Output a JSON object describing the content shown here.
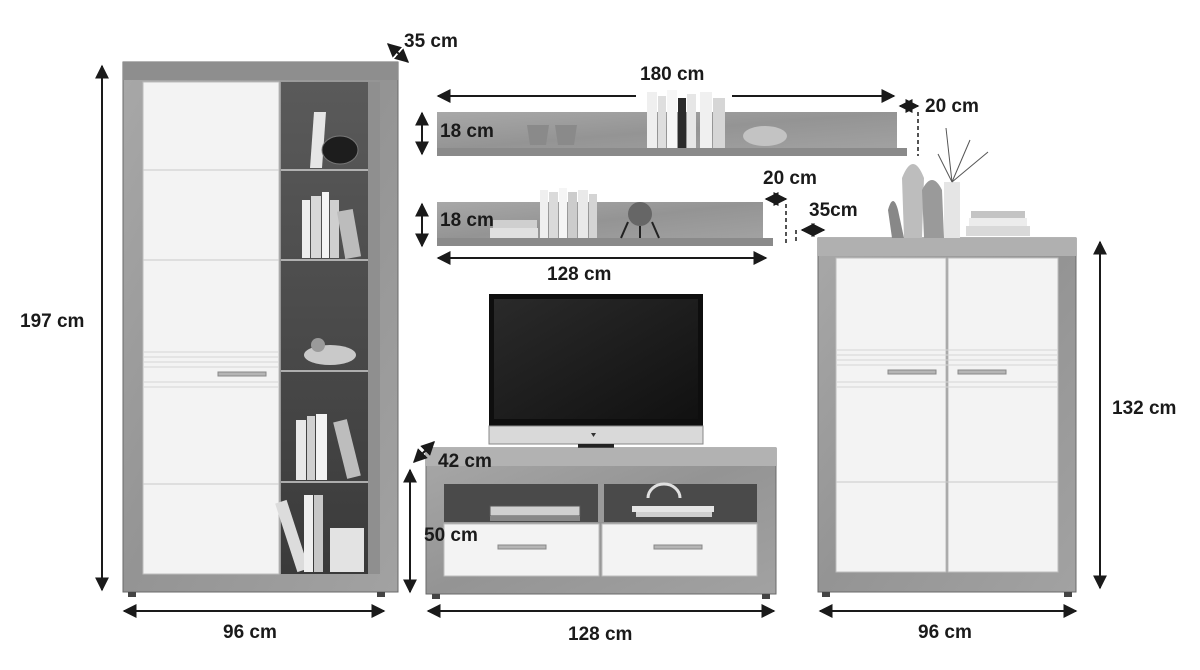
{
  "dimensions": {
    "showcase_depth": "35 cm",
    "showcase_height": "197 cm",
    "showcase_width": "96 cm",
    "shelf_long_width": "180 cm",
    "shelf_long_depth": "20 cm",
    "shelf_long_height": "18 cm",
    "shelf_short_height": "18 cm",
    "shelf_short_depth": "20 cm",
    "shelf_short_width": "128 cm",
    "highboard_depth": "35cm",
    "highboard_height": "132 cm",
    "highboard_width": "96 cm",
    "tv_depth": "42 cm",
    "tv_height": "50 cm",
    "tv_width": "128 cm"
  },
  "colors": {
    "carcass": "#9c9c9c",
    "front": "#f2f2f2",
    "glass": "#4a4a4a",
    "line": "#1a1a1a"
  }
}
